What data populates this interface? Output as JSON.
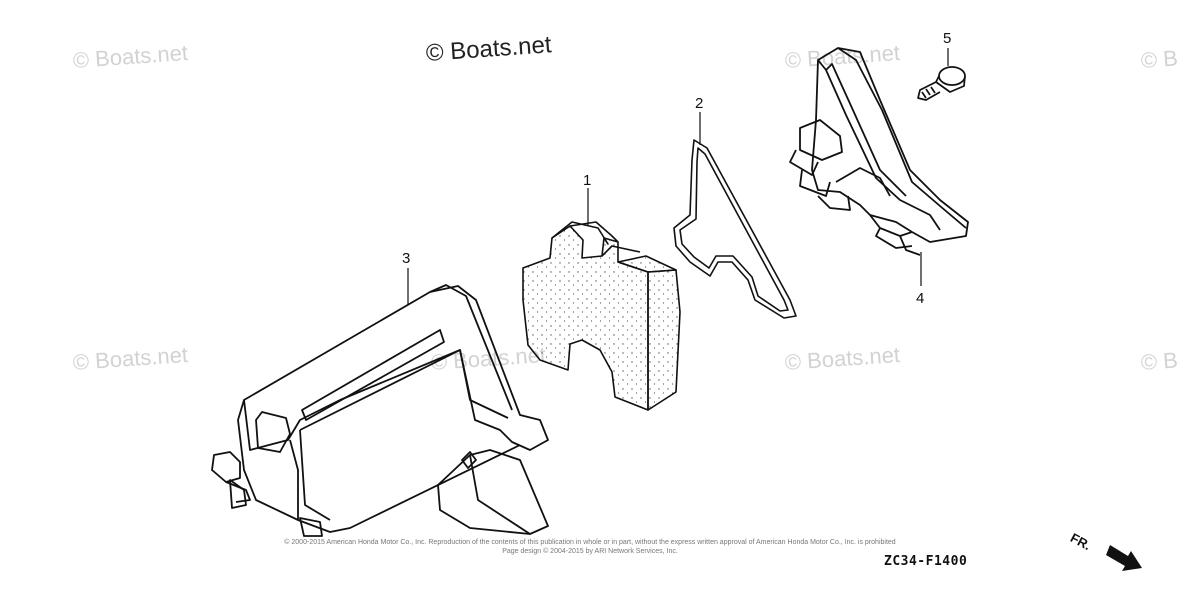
{
  "watermarks": {
    "brand": "© Boats.net",
    "brand_partial": "© B"
  },
  "callouts": [
    {
      "id": "1",
      "label": "1"
    },
    {
      "id": "2",
      "label": "2"
    },
    {
      "id": "3",
      "label": "3"
    },
    {
      "id": "4",
      "label": "4"
    },
    {
      "id": "5",
      "label": "5"
    }
  ],
  "footer": {
    "copyright_line1": "© 2000-2015 American Honda Motor Co., Inc. Reproduction of the contents of this publication in whole or in part, without the express written approval of American Honda Motor Co., Inc. is prohibited",
    "copyright_line2": "Page design © 2004-2015 by ARI Network Services, Inc.",
    "diagram_code": "ZC34-F1400",
    "direction_label": "FR."
  },
  "colors": {
    "line": "#111111",
    "watermark": "#d2d2d2",
    "foam_dots": "#555555"
  }
}
